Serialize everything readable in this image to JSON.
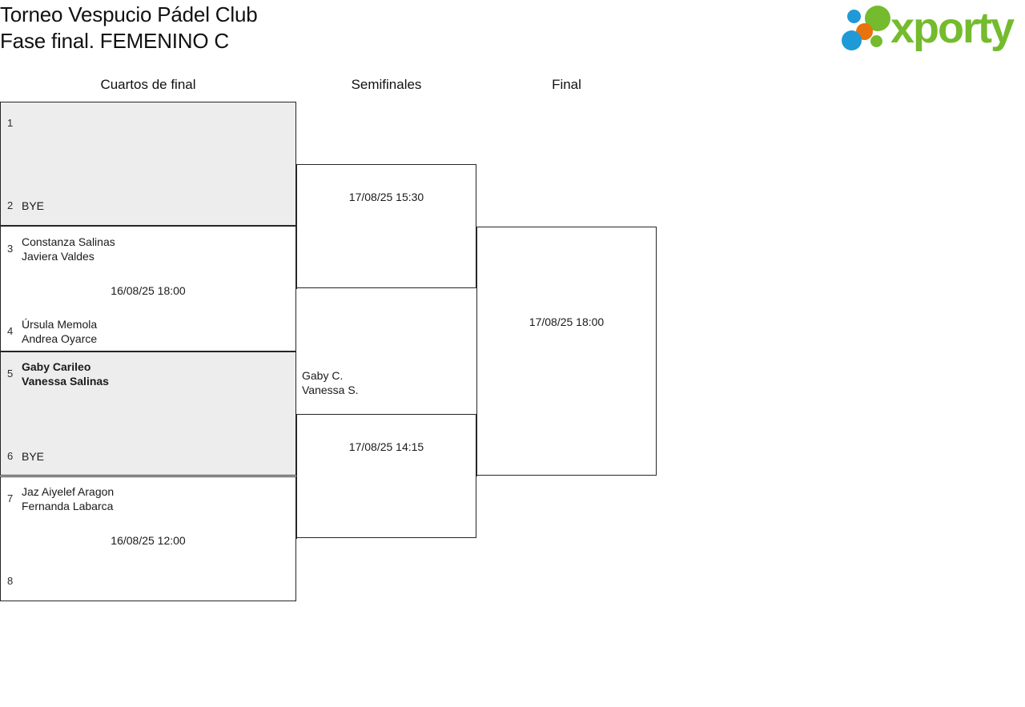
{
  "header": {
    "title_line1": "Torneo Vespucio Pádel Club",
    "title_line2": "Fase final. FEMENINO C",
    "logo_word": "xporty",
    "logo_colors": {
      "green": "#74bb2d",
      "blue": "#1f9ad6",
      "orange": "#e8720c"
    }
  },
  "colors": {
    "shaded_row": "#ededed",
    "border": "#262626",
    "text": "#1a1a1a"
  },
  "rounds": [
    {
      "label": "Cuartos de final"
    },
    {
      "label": "Semifinales"
    },
    {
      "label": "Final"
    }
  ],
  "quarterfinals": [
    {
      "shaded": true,
      "top": {
        "seed": "1",
        "names": ""
      },
      "bottom": {
        "seed": "2",
        "names": "BYE"
      },
      "date": ""
    },
    {
      "shaded": false,
      "top": {
        "seed": "3",
        "names": "Constanza Salinas\nJaviera Valdes"
      },
      "bottom": {
        "seed": "4",
        "names": "Úrsula Memola\nAndrea Oyarce"
      },
      "date": "16/08/25 18:00"
    },
    {
      "shaded": true,
      "top": {
        "seed": "5",
        "names": "Gaby Carileo\nVanessa Salinas",
        "winner": true
      },
      "bottom": {
        "seed": "6",
        "names": "BYE"
      },
      "date": ""
    },
    {
      "shaded": false,
      "top": {
        "seed": "7",
        "names": "Jaz Aiyelef Aragon\nFernanda Labarca"
      },
      "bottom": {
        "seed": "8",
        "names": ""
      },
      "date": "16/08/25 12:00"
    }
  ],
  "semifinals": [
    {
      "date": "17/08/25 15:30",
      "advance_label": ""
    },
    {
      "date": "17/08/25 14:15",
      "advance_label": "Gaby C.\nVanessa S."
    }
  ],
  "final": {
    "date": "17/08/25 18:00",
    "advance_label": ""
  }
}
